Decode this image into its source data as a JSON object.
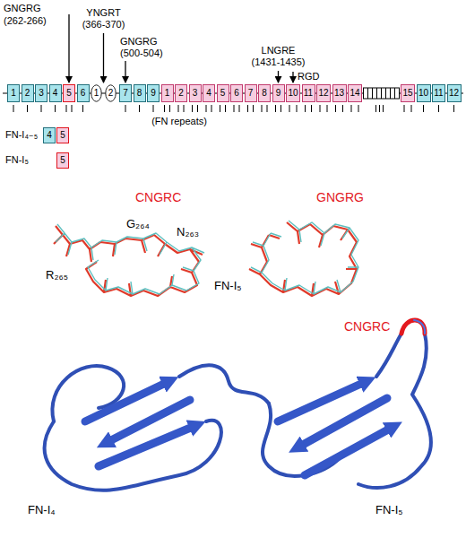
{
  "diagram": {
    "nodes": [
      {
        "text": [
          "1"
        ]
      },
      {
        "text": [
          "2"
        ]
      },
      {
        "text": [
          "3"
        ]
      },
      {
        "text": [
          "4"
        ]
      },
      {
        "text": [
          "5"
        ]
      },
      {
        "text": [
          "6"
        ]
      },
      {
        "text": [
          "1"
        ]
      },
      {
        "text": [
          "2"
        ]
      },
      {
        "text": [
          "7"
        ]
      },
      {
        "text": [
          "8"
        ]
      },
      {
        "text": [
          "9"
        ]
      },
      {
        "text": [
          "1"
        ]
      },
      {
        "text": [
          "2"
        ]
      },
      {
        "text": [
          "3"
        ]
      },
      {
        "text": [
          "4"
        ]
      },
      {
        "text": [
          "5"
        ]
      },
      {
        "text": [
          "6"
        ]
      },
      {
        "text": [
          "7"
        ]
      },
      {
        "text": [
          "8"
        ]
      },
      {
        "text": [
          "9"
        ]
      },
      {
        "text": [
          "10"
        ]
      },
      {
        "text": [
          "11"
        ]
      },
      {
        "text": [
          "12"
        ]
      },
      {
        "text": [
          "13"
        ]
      },
      {
        "text": [
          "14"
        ]
      },
      {
        "text": [
          "15"
        ]
      },
      {
        "text": [
          "10"
        ]
      },
      {
        "text": [
          "11"
        ]
      },
      {
        "text": [
          "12"
        ]
      },
      {
        "text": [
          "4"
        ]
      },
      {
        "text": [
          "5"
        ]
      },
      {
        "text": [
          "5"
        ]
      }
    ],
    "labels": [
      "GNGRG",
      "(262-266)",
      "YNGRT",
      "(366-370)",
      "GNGRG",
      "(500-504)",
      "LNGRE",
      "(1431-1435)",
      "RGD",
      "(FN repeats)",
      "FN-I₄₋₅",
      "FN-I₅",
      "CNGRC",
      "GNGRG",
      "R₂₆₅",
      "G₂₆₄",
      "N₂₆₃",
      "FN-I₅",
      "CNGRC",
      "FN-I₄",
      "FN-I₅"
    ]
  }
}
